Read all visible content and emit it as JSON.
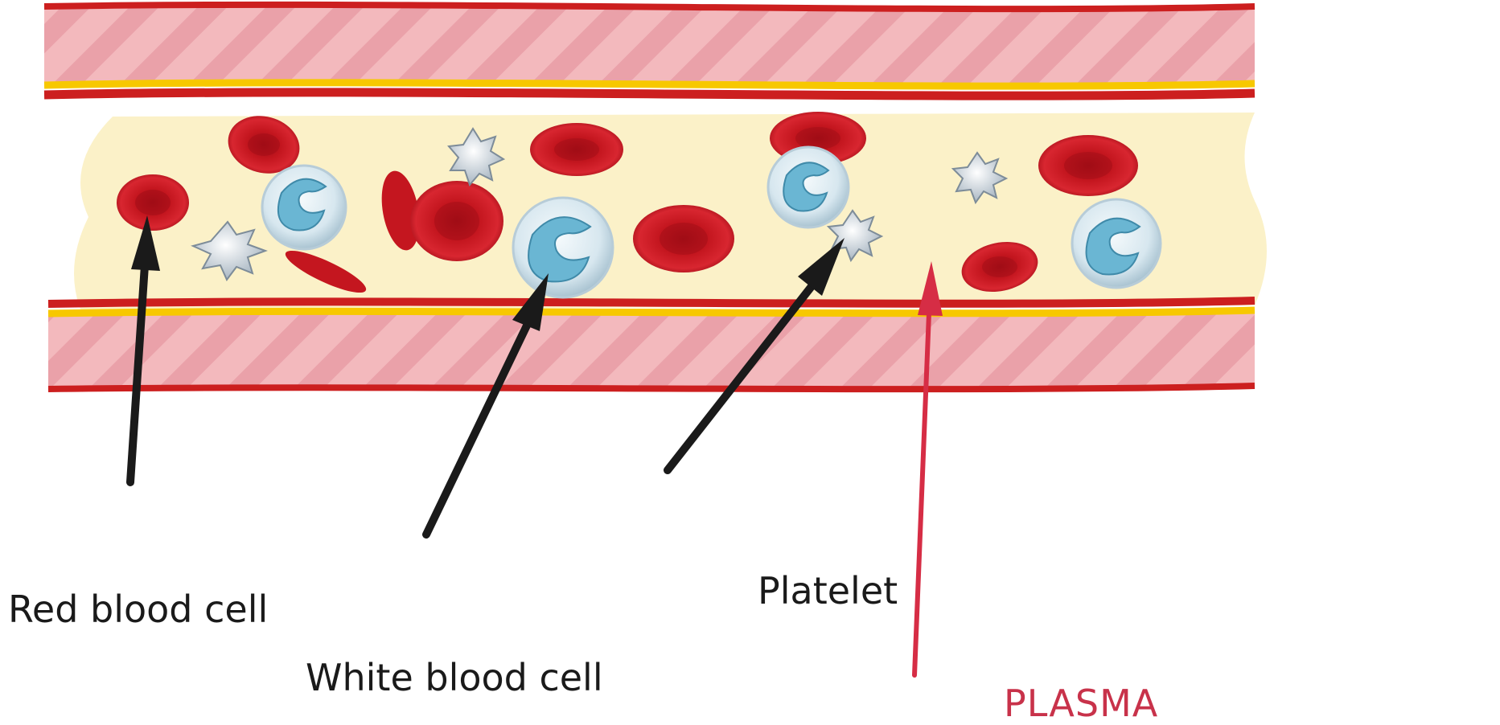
{
  "labels": {
    "red_blood_cell": "Red blood cell",
    "white_blood_cell": "White blood cell",
    "platelet": "Platelet",
    "plasma": "PLASMA"
  },
  "colors": {
    "vessel_wall": "#f2b3b8",
    "vessel_stripe": "#e48d97",
    "wall_outline": "#cc1f1f",
    "wall_yellow": "#f7c800",
    "plasma_fill": "#fbf1c8",
    "rbc": "#c8121d",
    "wbc_outer": "#d6e6ef",
    "wbc_nucleus": "#6ab6d3",
    "platelet": "#dfe7ee",
    "arrow_black": "#1a1a1a",
    "arrow_plasma": "#d62d45",
    "plasma_text": "#c8324a"
  },
  "icons": [
    "red-blood-cell-icon",
    "white-blood-cell-icon",
    "platelet-icon",
    "arrow-icon"
  ]
}
